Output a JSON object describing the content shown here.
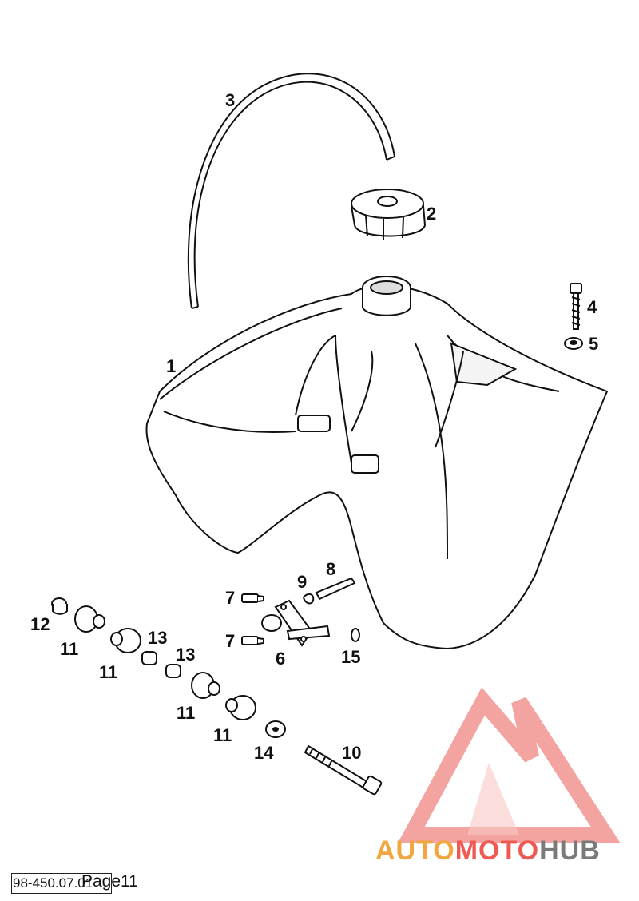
{
  "callouts": {
    "c1": "1",
    "c2": "2",
    "c3": "3",
    "c4": "4",
    "c5": "5",
    "c6": "6",
    "c7a": "7",
    "c7b": "7",
    "c8": "8",
    "c9": "9",
    "c10": "10",
    "c11a": "11",
    "c11b": "11",
    "c11c": "11",
    "c11d": "11",
    "c12": "12",
    "c13a": "13",
    "c13b": "13",
    "c14": "14",
    "c15": "15"
  },
  "watermark": {
    "part1": "AUTO",
    "part2": "MOTO",
    "part3": "HUB",
    "color_orange": "#f2a640",
    "color_red": "#ee5a52",
    "color_gray": "#7a7a7a"
  },
  "footer": {
    "reference": "98-450.07.01",
    "page": "Page11"
  }
}
